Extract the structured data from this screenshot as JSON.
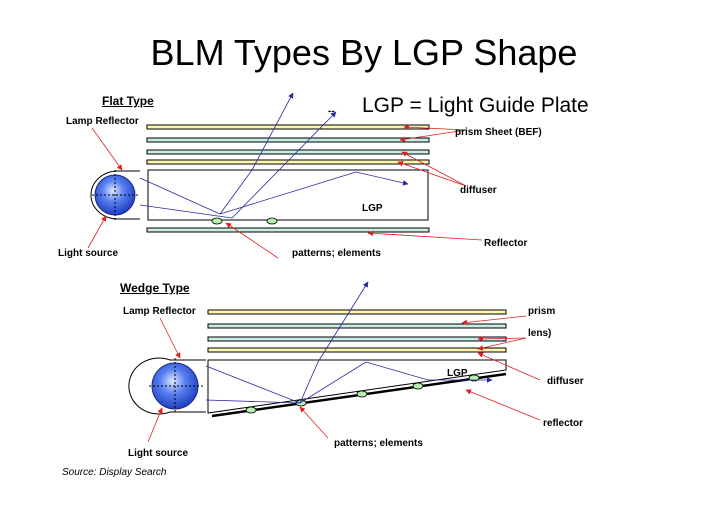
{
  "title": "BLM Types By LGP Shape",
  "definition": "LGP = Light Guide Plate",
  "dash_mark": "--",
  "source": "Source: Display Search",
  "flat": {
    "heading": "Flat Type",
    "lamp_reflector": "Lamp Reflector",
    "prism_sheet": "prism  Sheet (BEF)",
    "diffuser": "diffuser",
    "lgp": "LGP",
    "reflector": "Reflector",
    "light_source": "Light source",
    "patterns": "patterns; elements"
  },
  "wedge": {
    "heading": "Wedge Type",
    "lamp_reflector": "Lamp Reflector",
    "prism": "prism",
    "lens": "lens)",
    "lgp": "LGP",
    "diffuser": "diffuser",
    "reflector": "reflector",
    "light_source": "Light source",
    "patterns": "patterns; elements"
  },
  "colors": {
    "arrow_red": "#e02020",
    "ray_blue": "#2a2aa0",
    "sheet_yellow": "#fff6b0",
    "sheet_teal": "#c8ece6",
    "dot_green": "#b8f0b0",
    "lamp_blue": "#2c55d8"
  }
}
